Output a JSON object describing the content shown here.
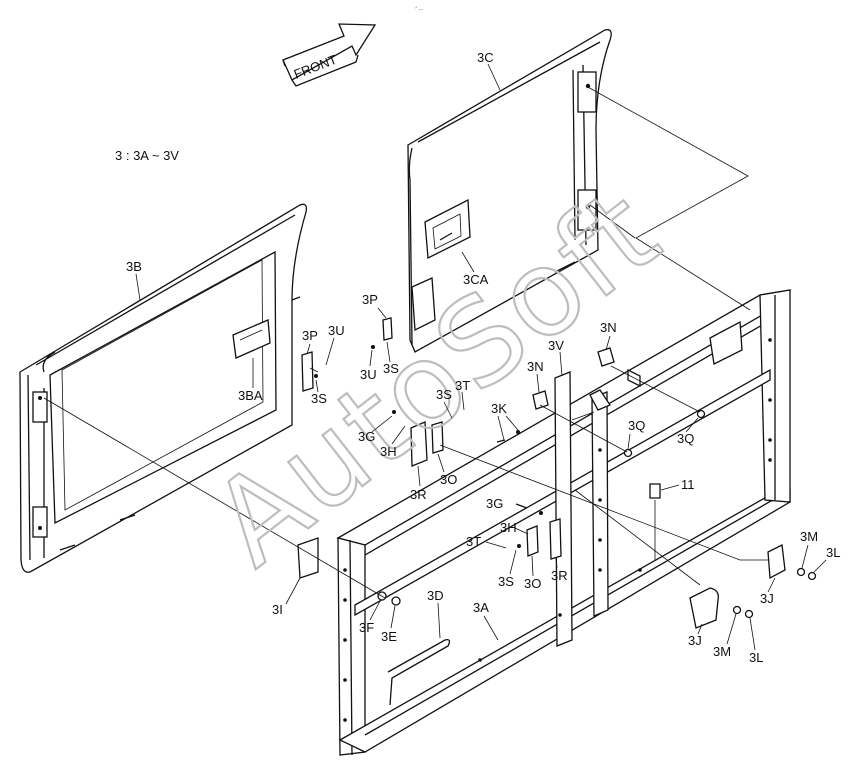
{
  "caption": "3 : 3A ~ 3V",
  "direction_arrow": "FRONT",
  "watermark": "AutoSoft",
  "top_mark": "⸍ ...",
  "labels": {
    "p3C": "3C",
    "p3CA": "3CA",
    "p3B": "3B",
    "p3BA": "3BA",
    "p3P_a": "3P",
    "p3P_b": "3P",
    "p3U_a": "3U",
    "p3U_b": "3U",
    "p3S_a": "3S",
    "p3S_b": "3S",
    "p3S_c": "3S",
    "p3S_d": "3S",
    "p3T_a": "3T",
    "p3T_b": "3T",
    "p3G_a": "3G",
    "p3G_b": "3G",
    "p3H_a": "3H",
    "p3H_b": "3H",
    "p3O_a": "3O",
    "p3O_b": "3O",
    "p3R_a": "3R",
    "p3R_b": "3R",
    "p3K": "3K",
    "p3V": "3V",
    "p3N_a": "3N",
    "p3N_b": "3N",
    "p3Q_a": "3Q",
    "p3Q_b": "3Q",
    "p11": "11",
    "p3I": "3I",
    "p3F": "3F",
    "p3E": "3E",
    "p3D": "3D",
    "p3A": "3A",
    "p3M_a": "3M",
    "p3M_b": "3M",
    "p3L_a": "3L",
    "p3L_b": "3L",
    "p3J_a": "3J",
    "p3J_b": "3J"
  }
}
